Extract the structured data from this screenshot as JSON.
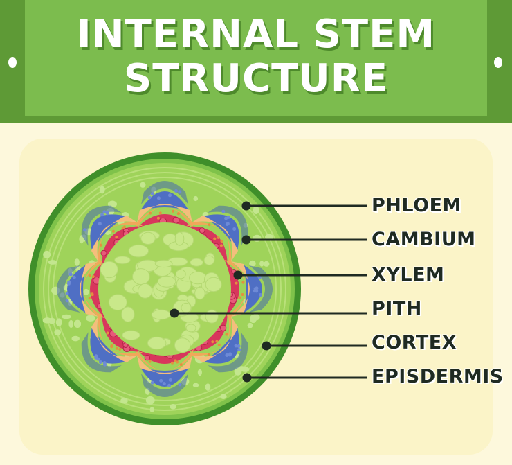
{
  "title": {
    "line1": "INTERNAL STEM",
    "line2": "STRUCTURE"
  },
  "labels": [
    {
      "key": "phloem",
      "text": "PHLOEM"
    },
    {
      "key": "cambium",
      "text": "CAMBIUM"
    },
    {
      "key": "xylem",
      "text": "XYLEM"
    },
    {
      "key": "pith",
      "text": "PITH"
    },
    {
      "key": "cortex",
      "text": "CORTEX"
    },
    {
      "key": "epidermis",
      "text": "EPISDERMIS"
    }
  ],
  "colors": {
    "banner": "#7cbc4e",
    "banner_dark": "#5e9a36",
    "background": "#fdf8dc",
    "panel": "#fbf4c8",
    "epidermis": "#3f8f2a",
    "cortex": "#9fd35a",
    "phloem": "#4f6fc4",
    "cambium": "#f0a85a",
    "xylem": "#d8375c",
    "pith": "#c9e88a"
  }
}
